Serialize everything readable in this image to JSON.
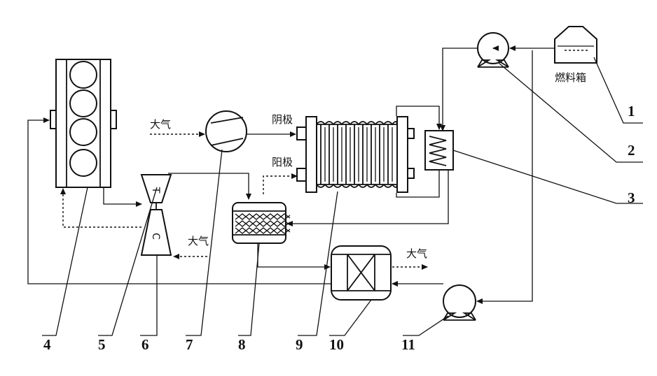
{
  "labels": {
    "fuel_tank": "燃料箱",
    "cathode": "阴极",
    "anode": "阳极",
    "atmosphere_intake_compressor": "大气",
    "atmosphere_intake_turbo": "大气",
    "atmosphere_exhaust": "大气",
    "turbine_mark": "T",
    "compressor_mark": "C"
  },
  "callouts": [
    "1",
    "2",
    "3",
    "4",
    "5",
    "6",
    "7",
    "8",
    "9",
    "10",
    "11"
  ]
}
